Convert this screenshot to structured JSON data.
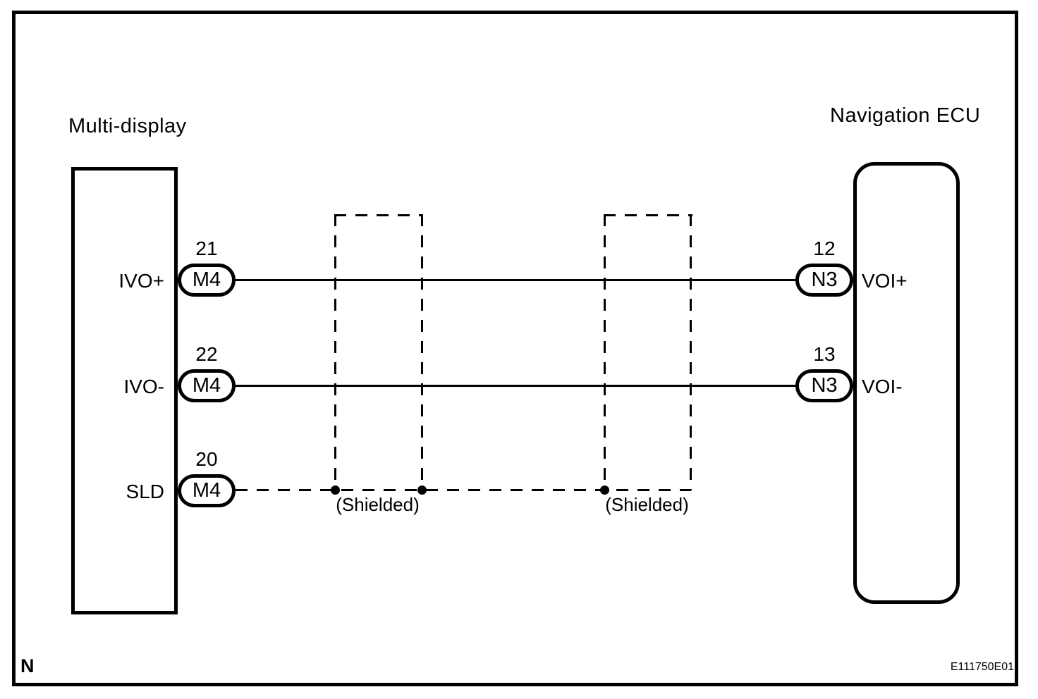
{
  "left_component": {
    "title": "Multi-display",
    "pins": [
      {
        "number": "21",
        "connector": "M4",
        "signal": "IVO+"
      },
      {
        "number": "22",
        "connector": "M4",
        "signal": "IVO-"
      },
      {
        "number": "20",
        "connector": "M4",
        "signal": "SLD"
      }
    ]
  },
  "right_component": {
    "title": "Navigation ECU",
    "pins": [
      {
        "number": "12",
        "connector": "N3",
        "signal": "VOI+"
      },
      {
        "number": "13",
        "connector": "N3",
        "signal": "VOI-"
      }
    ]
  },
  "wires": [
    {
      "from": "Multi-display M4-21 IVO+",
      "to": "Navigation ECU N3-12 VOI+",
      "style": "solid"
    },
    {
      "from": "Multi-display M4-22 IVO-",
      "to": "Navigation ECU N3-13 VOI-",
      "style": "solid"
    },
    {
      "from": "Multi-display M4-20 SLD",
      "to": "shield of both twisted pairs",
      "style": "dashed"
    }
  ],
  "shields": [
    {
      "label": "(Shielded)"
    },
    {
      "label": "(Shielded)"
    }
  ],
  "footer": {
    "page_marker": "N",
    "figure_code": "E111750E01"
  },
  "colors": {
    "line": "#000000",
    "background": "#ffffff"
  }
}
